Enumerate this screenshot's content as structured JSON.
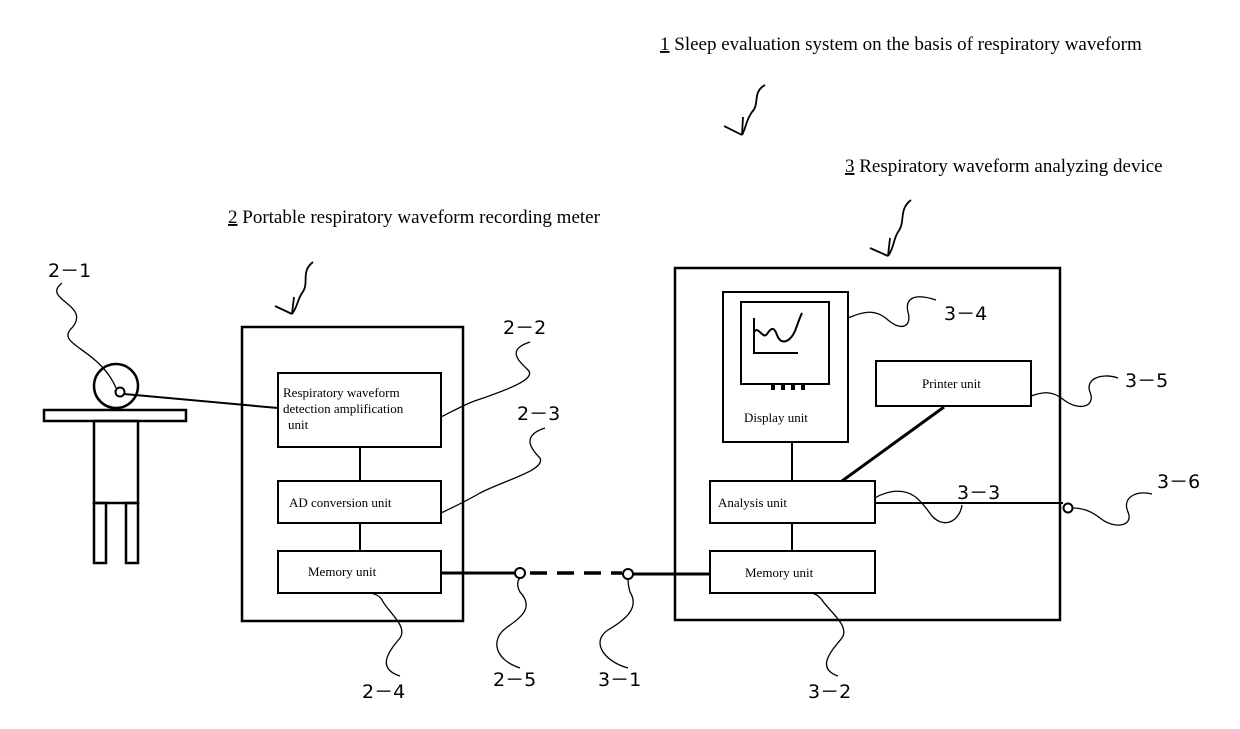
{
  "titles": {
    "system_num": "1",
    "system_text": " Sleep evaluation system on the basis of respiratory waveform",
    "analyzer_num": "3",
    "analyzer_text": " Respiratory waveform analyzing device",
    "recorder_num": "2",
    "recorder_text": " Portable respiratory waveform recording meter"
  },
  "units": {
    "detection_line1": "Respiratory waveform",
    "detection_line2": "detection amplification",
    "detection_line3": "unit",
    "ad_conversion": "AD conversion unit",
    "memory_left": "Memory unit",
    "display": "Display unit",
    "printer": "Printer unit",
    "analysis": "Analysis unit",
    "memory_right": "Memory unit"
  },
  "refs": {
    "r2_1": "2－1",
    "r2_2": "2－2",
    "r2_3": "2－3",
    "r2_4": "2－4",
    "r2_5": "2－5",
    "r3_1": "3－1",
    "r3_2": "3－2",
    "r3_3": "3－3",
    "r3_4": "3－4",
    "r3_5": "3－5",
    "r3_6": "3－6"
  }
}
